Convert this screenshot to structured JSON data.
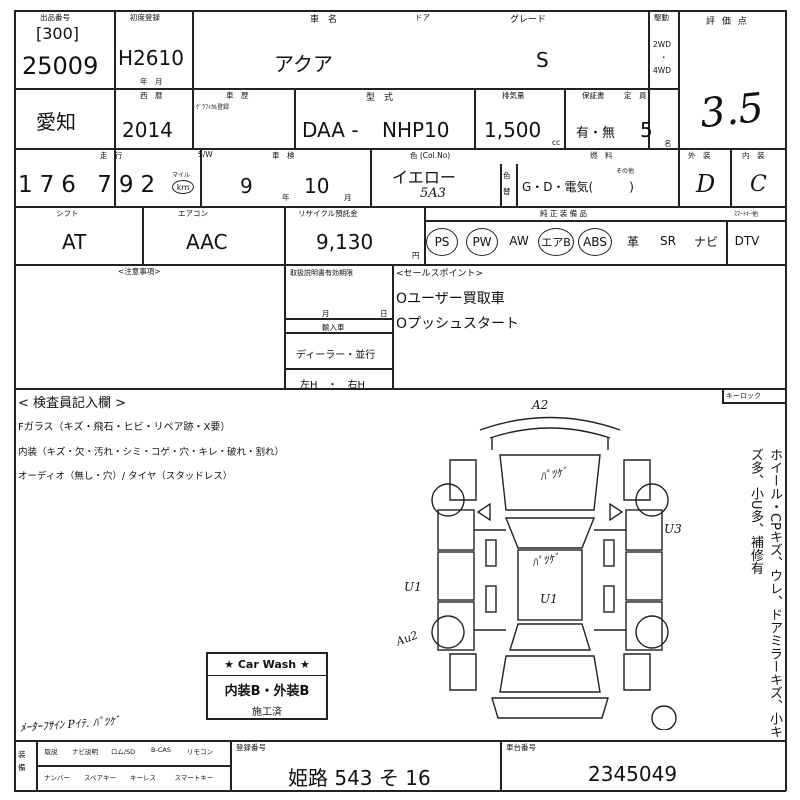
{
  "header": {
    "lot_label": "出品番号",
    "lot_bracket": "[300]",
    "lot_no": "25009",
    "first_reg_label": "初度登録",
    "first_reg": "H2610",
    "first_reg_unit": "年　月",
    "car_name_label": "車　名",
    "car_name": "アクア",
    "doors_label": "ドア",
    "grade_label": "グレード",
    "grade": "S",
    "drive_label": "駆動",
    "drive_2wd": "2WD",
    "drive_dot": "・",
    "drive_4wd": "4WD",
    "score_label": "評 価 点",
    "score": "3.5"
  },
  "row2": {
    "region": "愛知",
    "year_label": "西　暦",
    "year": "2014",
    "history_label": "車　歴",
    "history_sub": "ｸﾞﾗﾌｨｶﾙ登録",
    "model_label": "型　式",
    "model_prefix": "DAA -",
    "model": "NHP10",
    "displacement_label": "排気量",
    "displacement": "1,500",
    "displacement_unit": "cc",
    "warranty_label": "保証書",
    "warranty": "有・無",
    "capacity_label": "定　員",
    "capacity": "5",
    "capacity_unit": "名"
  },
  "row3": {
    "mileage_label": "走　行",
    "mileage_sw_label": "S/W",
    "mileage": "176 792",
    "mileage_mile": "マイル",
    "mileage_unit": "km",
    "inspection_label": "車　検",
    "inspection_year": "9",
    "inspection_year_unit": "年",
    "inspection_month": "10",
    "inspection_month_unit": "月",
    "color_label": "色 (Col.No)",
    "color": "イエロー",
    "color_code": "5A3",
    "color_change_label": "色替",
    "fuel_label": "燃　料",
    "fuel": "G・D・電気(　　　)",
    "fuel_other": "その他",
    "exterior_label": "外　装",
    "exterior": "D",
    "interior_label": "内　装",
    "interior": "C"
  },
  "row4": {
    "shift_label": "シフト",
    "shift": "AT",
    "ac_label": "エアコン",
    "ac": "AAC",
    "recycle_label": "リサイクル預託金",
    "recycle": "9,130",
    "recycle_unit": "円",
    "equipment_label": "純 正 装 備 品",
    "equipment_extra": "ｽﾏｰﾄｷｰ他",
    "equipment": [
      {
        "label": "PS",
        "circled": true
      },
      {
        "label": "PW",
        "circled": true
      },
      {
        "label": "AW",
        "circled": false
      },
      {
        "label": "エアB",
        "circled": true
      },
      {
        "label": "ABS",
        "circled": true
      },
      {
        "label": "革",
        "circled": false
      },
      {
        "label": "SR",
        "circled": false
      },
      {
        "label": "ナビ",
        "circled": false
      },
      {
        "label": "DTV",
        "circled": false
      }
    ]
  },
  "notes": {
    "notes_label": "<注意事項>",
    "recall_label": "取扱説明書有効期限",
    "recall_month": "月",
    "recall_day": "日",
    "import_label": "輸入車",
    "import_dealer": "ディーラー・並行",
    "import_handle": "左H　・　右H",
    "selling_label": "<セールスポイント>",
    "selling_points": [
      "Oユーザー買取車",
      "Oプッシュスタート"
    ]
  },
  "inspector": {
    "title": "< 検査員記入欄 >",
    "glass": "Fガラス（キズ・飛石・ヒビ・リペア跡・X要）",
    "interior": "内装（キズ・欠・汚れ・シミ・コゲ・穴・キレ・破れ・割れ）",
    "audio": "オーディオ（無し・穴）/ タイヤ（スタッドレス）",
    "keyless_label": "キーロック",
    "side_notes": "ホイール・CPキズ、ウレ、ドアミラーキズ、小キズ多、小U多、補修有",
    "handwriting": "ﾒｰﾀｰﾌｻｲﾝ Pｲﾃ. ﾊﾟﾂｹﾞ",
    "car_marks": {
      "a2_top": "A2",
      "puge_1": "ﾊﾟﾂｹﾞ",
      "puge_2": "ﾊﾟﾂｹﾞ",
      "u1_center": "U1",
      "u1_left": "U1",
      "u3_right": "U3",
      "a2_left": "Au2"
    }
  },
  "stamp": {
    "title": "★ Car Wash ★",
    "grade": "内装B・外装B",
    "done": "施工済"
  },
  "footer": {
    "equip_label": "装　　備",
    "equip_row1": [
      "取説",
      "ナビ説明",
      "ロム/SD",
      "B-CAS",
      "リモコン"
    ],
    "equip_row2": [
      "ナンバー",
      "スペアキー",
      "キーレス",
      "スマートキー"
    ],
    "plate_label": "登録番号",
    "plate": "姫路 543 そ 16",
    "chassis_label": "車台番号",
    "chassis": "2345049"
  }
}
